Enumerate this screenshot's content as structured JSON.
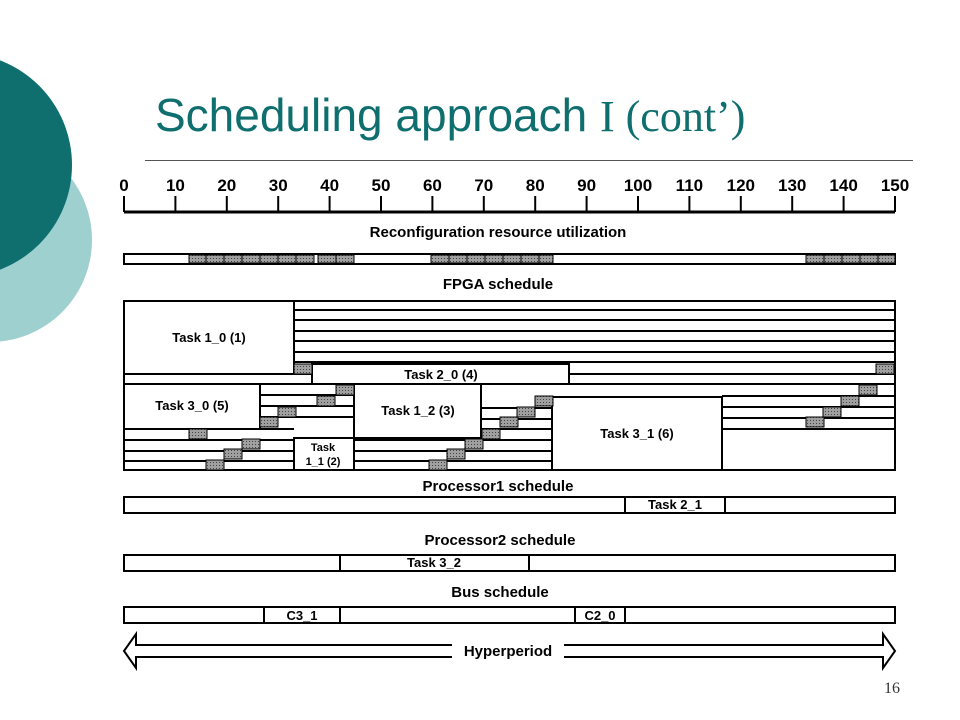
{
  "slide": {
    "title_main": "Scheduling approach ",
    "title_tail": "I (cont’)",
    "page_number": "16",
    "theme_colors": {
      "dark_teal": "#0f6e6e",
      "light_teal": "#9fd0d0"
    }
  },
  "diagram": {
    "axis_ticks": [
      "0",
      "10",
      "20",
      "30",
      "40",
      "50",
      "60",
      "70",
      "80",
      "90",
      "100",
      "110",
      "120",
      "130",
      "140",
      "150"
    ],
    "sections": {
      "reconfig": "Reconfiguration resource utilization",
      "fpga": "FPGA schedule",
      "proc1": "Processor1 schedule",
      "proc2": "Processor2 schedule",
      "bus": "Bus schedule"
    },
    "tasks": {
      "task1_0": "Task 1_0 (1)",
      "task2_0": "Task 2_0 (4)",
      "task3_0": "Task 3_0 (5)",
      "task1_2": "Task 1_2 (3)",
      "task3_1": "Task 3_1 (6)",
      "task1_1_a": "Task",
      "task1_1_b": "1_1 (2)",
      "task2_1": "Task 2_1",
      "task3_2": "Task 3_2",
      "c3_1": "C3_1",
      "c2_0": "C2_0"
    },
    "hyperperiod": "Hyperperiod"
  }
}
